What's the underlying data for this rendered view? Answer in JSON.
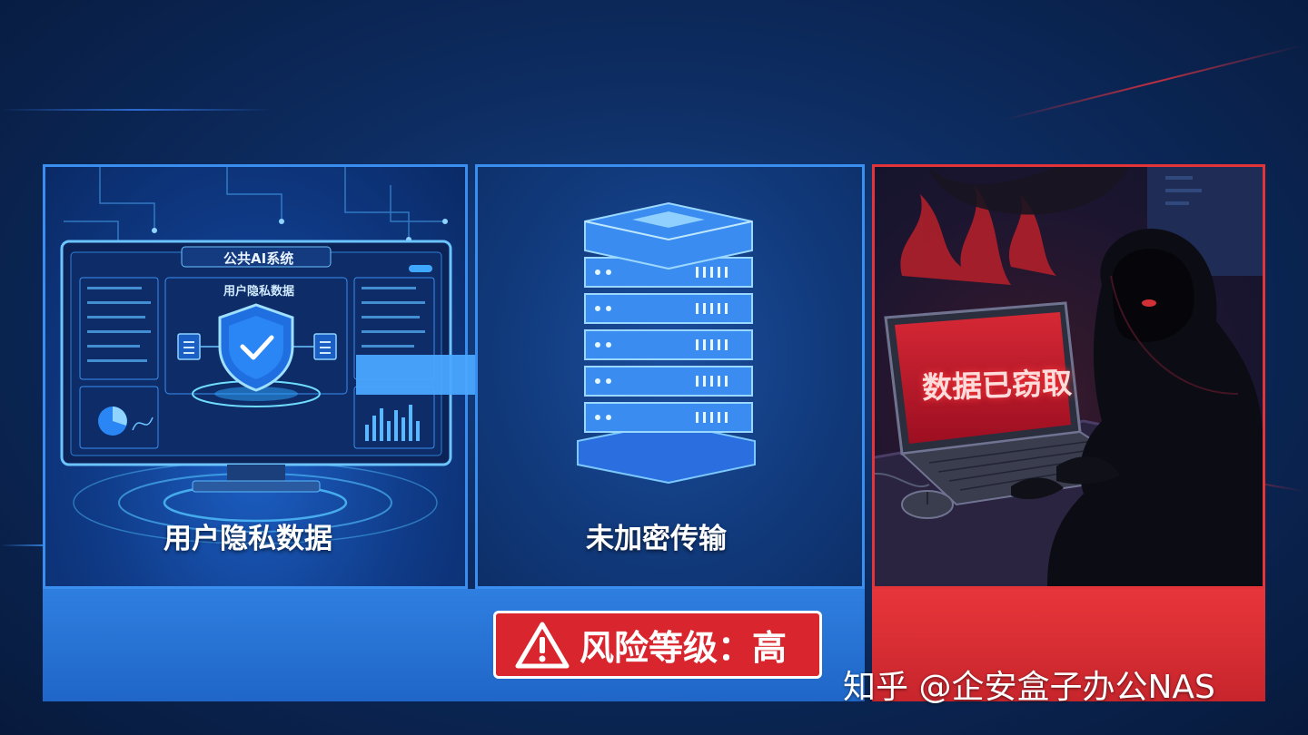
{
  "panels": {
    "user_data": {
      "monitor_title": "公共AI系统",
      "screen_title": "用户隐私数据",
      "caption": "用户隐私数据"
    },
    "transfer": {
      "caption": "未加密传输"
    },
    "breach": {
      "screen_text": "数据已窃取"
    }
  },
  "risk_badge": {
    "icon": "warning-icon",
    "label": "风险等级：高"
  },
  "watermark": "知乎 @企安盒子办公NAS",
  "colors": {
    "accent_blue": "#3a8ef0",
    "alert_red": "#e3343a",
    "background": "#0d2c61"
  },
  "icons": [
    "shield-check-icon",
    "server-stack-icon",
    "arrow-right-icon",
    "hacker-figure-icon",
    "laptop-icon",
    "mouse-icon",
    "pie-chart-icon",
    "bar-chart-icon",
    "document-icon"
  ]
}
